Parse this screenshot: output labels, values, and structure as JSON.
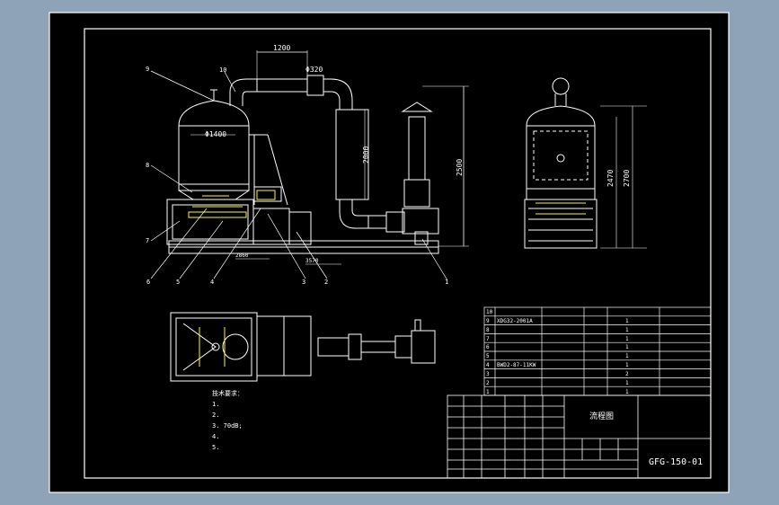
{
  "drawing": {
    "background_color": "#8fa3b8",
    "sheet_color": "#000000",
    "line_color": "#ffffff",
    "accent_color": "#ffff00",
    "dimensions": {
      "top_width": "1200",
      "pipe_dia": "Φ320",
      "drum_dia": "Φ1400",
      "pipe_height": "2000",
      "total_height": "2500",
      "inner_width": "2860",
      "base_width": "3570",
      "side_height_1": "2470",
      "side_height_2": "2700"
    },
    "callouts": [
      "9",
      "10",
      "8",
      "7",
      "6",
      "5",
      "4",
      "3",
      "2",
      "1"
    ],
    "parts_table": {
      "rows": [
        {
          "no": "10",
          "code": "",
          "name": "",
          "material": "",
          "qty": "",
          "note": ""
        },
        {
          "no": "9",
          "code": "XDG32-2001A",
          "name": "",
          "material": "",
          "qty": "1",
          "note": ""
        },
        {
          "no": "8",
          "code": "",
          "name": "",
          "material": "",
          "qty": "1",
          "note": ""
        },
        {
          "no": "7",
          "code": "",
          "name": "",
          "material": "",
          "qty": "1",
          "note": ""
        },
        {
          "no": "6",
          "code": "",
          "name": "",
          "material": "",
          "qty": "1",
          "note": ""
        },
        {
          "no": "5",
          "code": "",
          "name": "",
          "material": "",
          "qty": "1",
          "note": ""
        },
        {
          "no": "4",
          "code": "BWD2-87-11KW",
          "name": "",
          "material": "",
          "qty": "1",
          "note": ""
        },
        {
          "no": "3",
          "code": "",
          "name": "",
          "material": "",
          "qty": "2",
          "note": ""
        },
        {
          "no": "2",
          "code": "",
          "name": "",
          "material": "",
          "qty": "1",
          "note": ""
        },
        {
          "no": "1",
          "code": "",
          "name": "",
          "material": "",
          "qty": "1",
          "note": ""
        }
      ]
    },
    "notes": {
      "heading": "技术要求：",
      "lines": [
        "1.",
        "2.",
        "3.                      70dB;",
        "4.",
        "5."
      ]
    },
    "title_block": {
      "title": "流程图",
      "drawing_number": "GFG-150-01"
    }
  }
}
